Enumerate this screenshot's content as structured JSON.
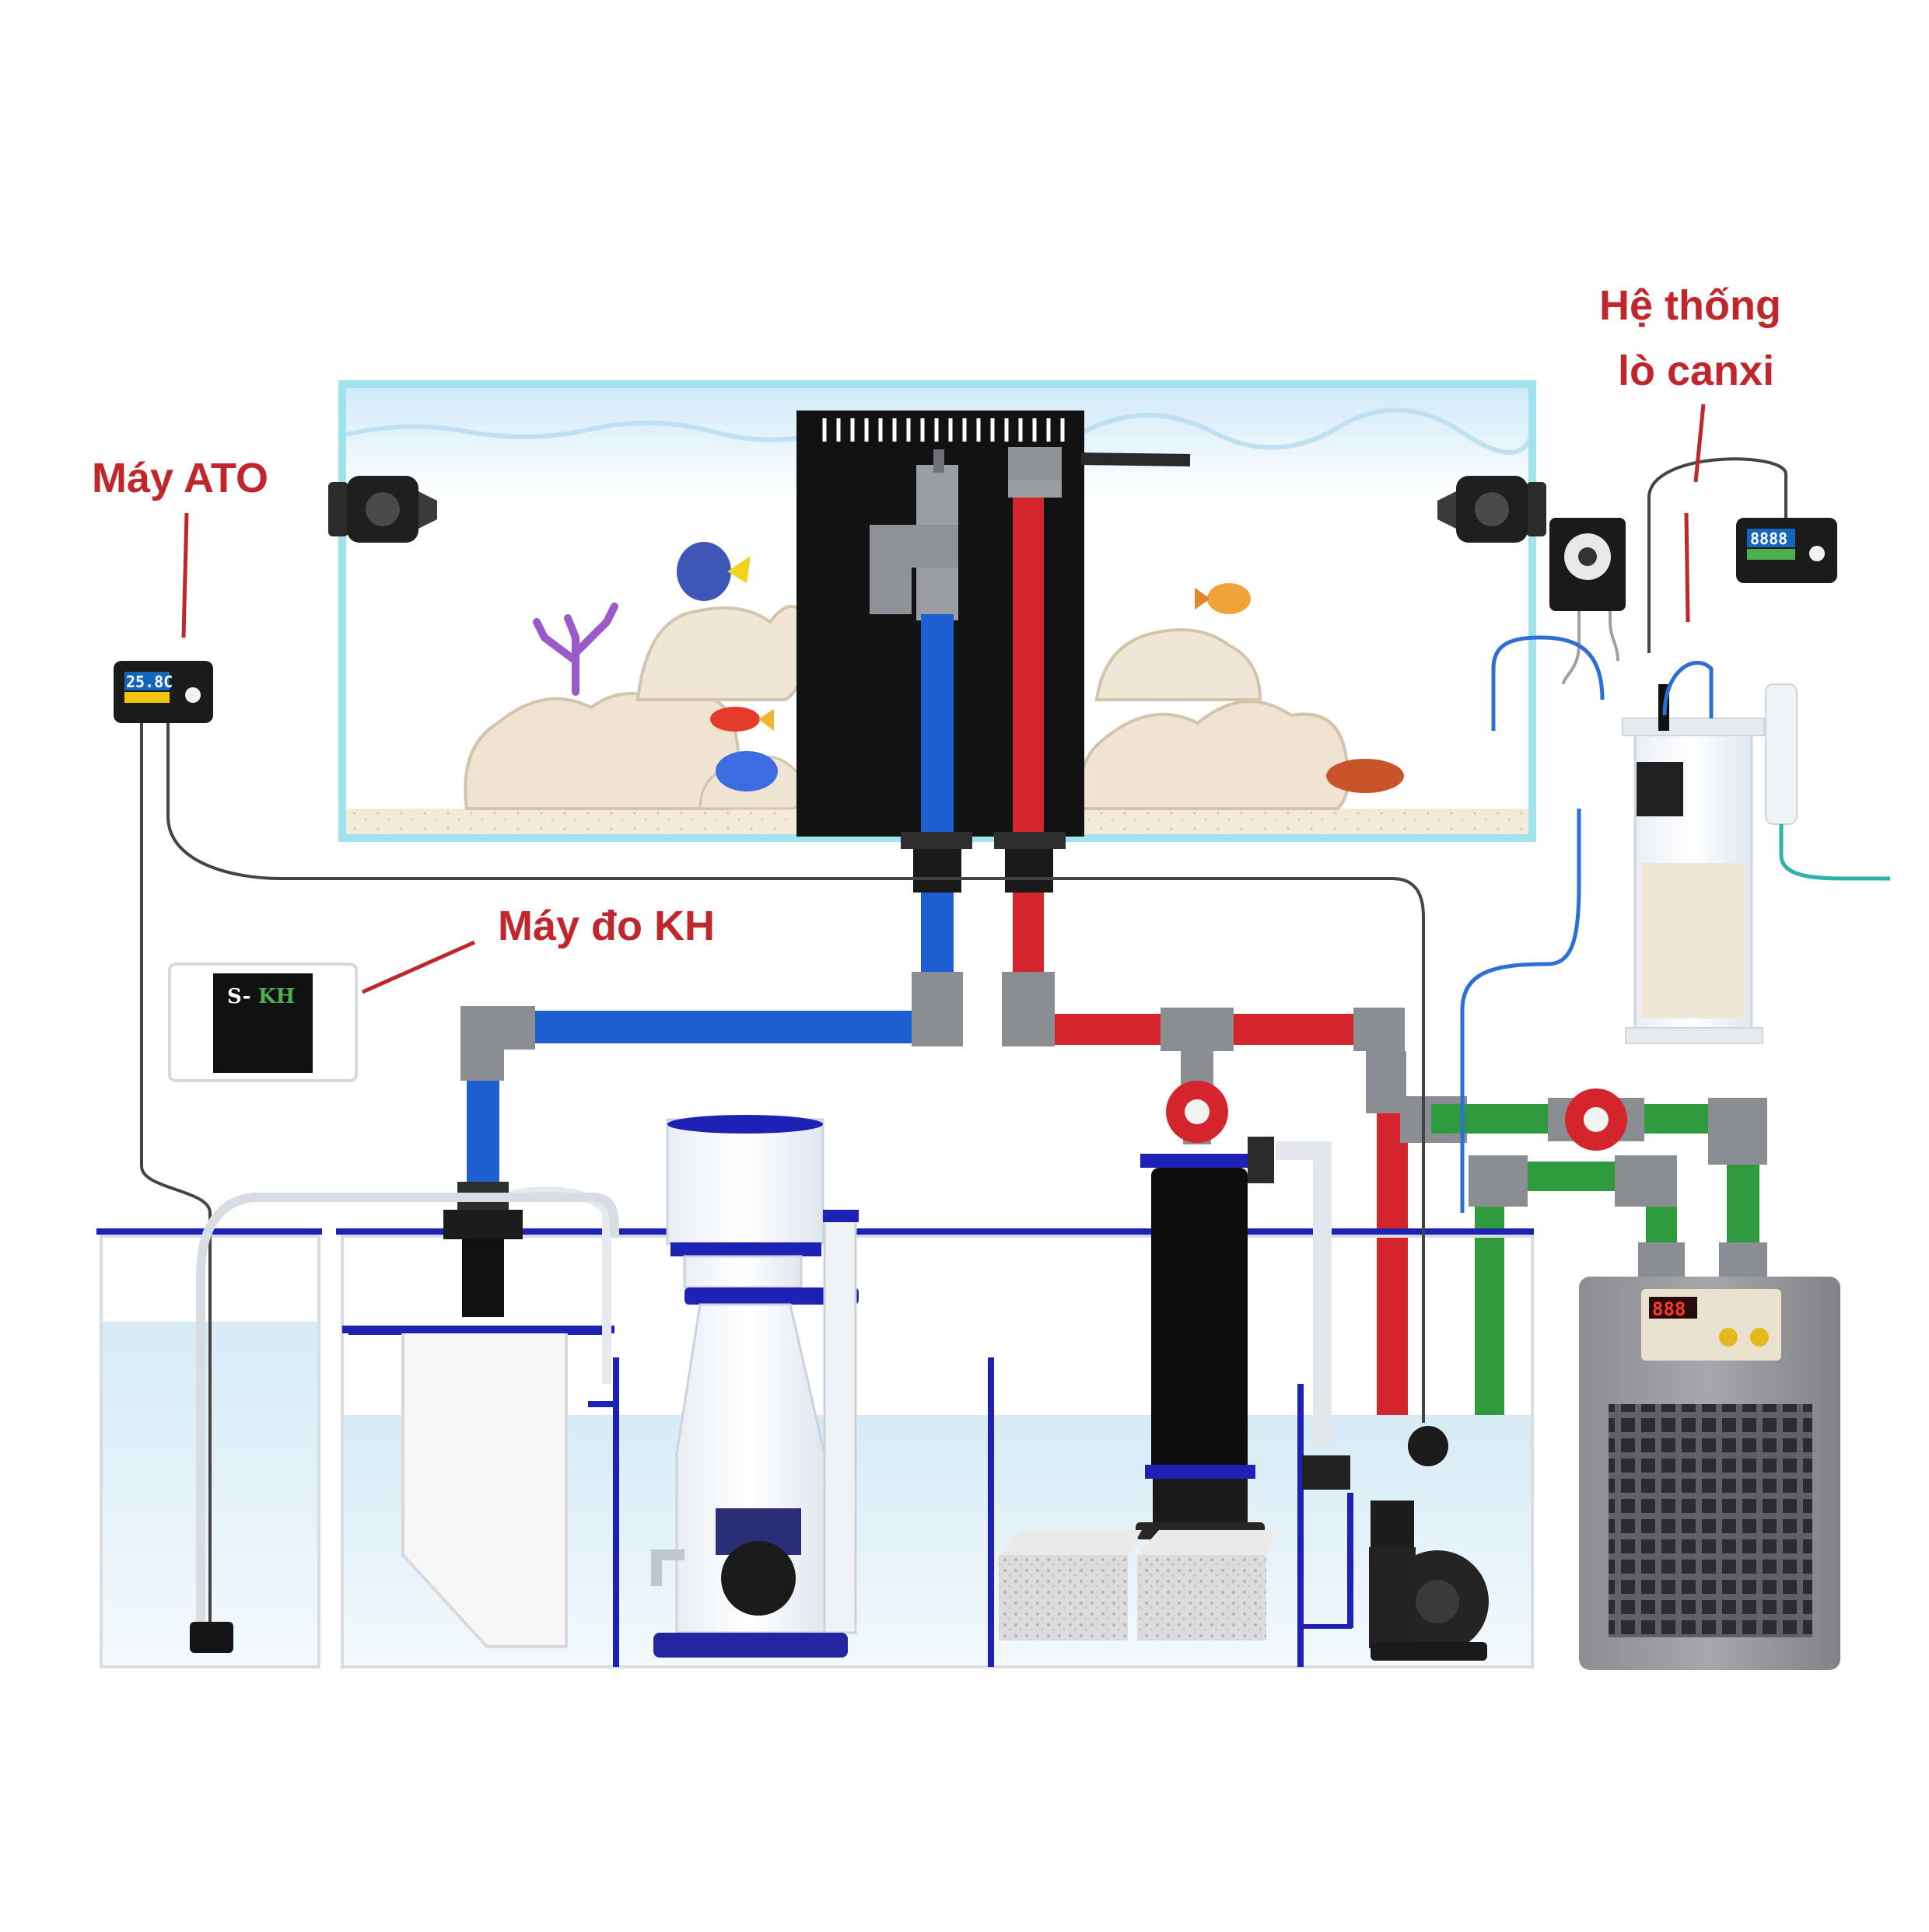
{
  "labels": {
    "ato": "Máy ATO",
    "kh_meter": "Máy đo KH",
    "calcium_line1": "Hệ thống",
    "calcium_line2": "lò canxi"
  },
  "devices": {
    "ato_display_temp": "25.8C",
    "kh_brand": "S-",
    "kh_brand_accent": "KH",
    "ph_display": "8888",
    "chiller_display": "888"
  },
  "colors": {
    "label_red": "#c0272d",
    "pipe_blue": "#1e5fd1",
    "pipe_red": "#d4252c",
    "pipe_green": "#2f9a3e",
    "pipe_gray": "#8a8d91",
    "sump_line": "#1d22b5",
    "water": "#dcedf6",
    "tank_frame": "#9fe3ef"
  },
  "icons": [
    "wave-pump-icon",
    "fish-icon",
    "coral-icon",
    "valve-icon",
    "return-pump-icon",
    "chiller-icon",
    "dosing-pump-icon"
  ]
}
